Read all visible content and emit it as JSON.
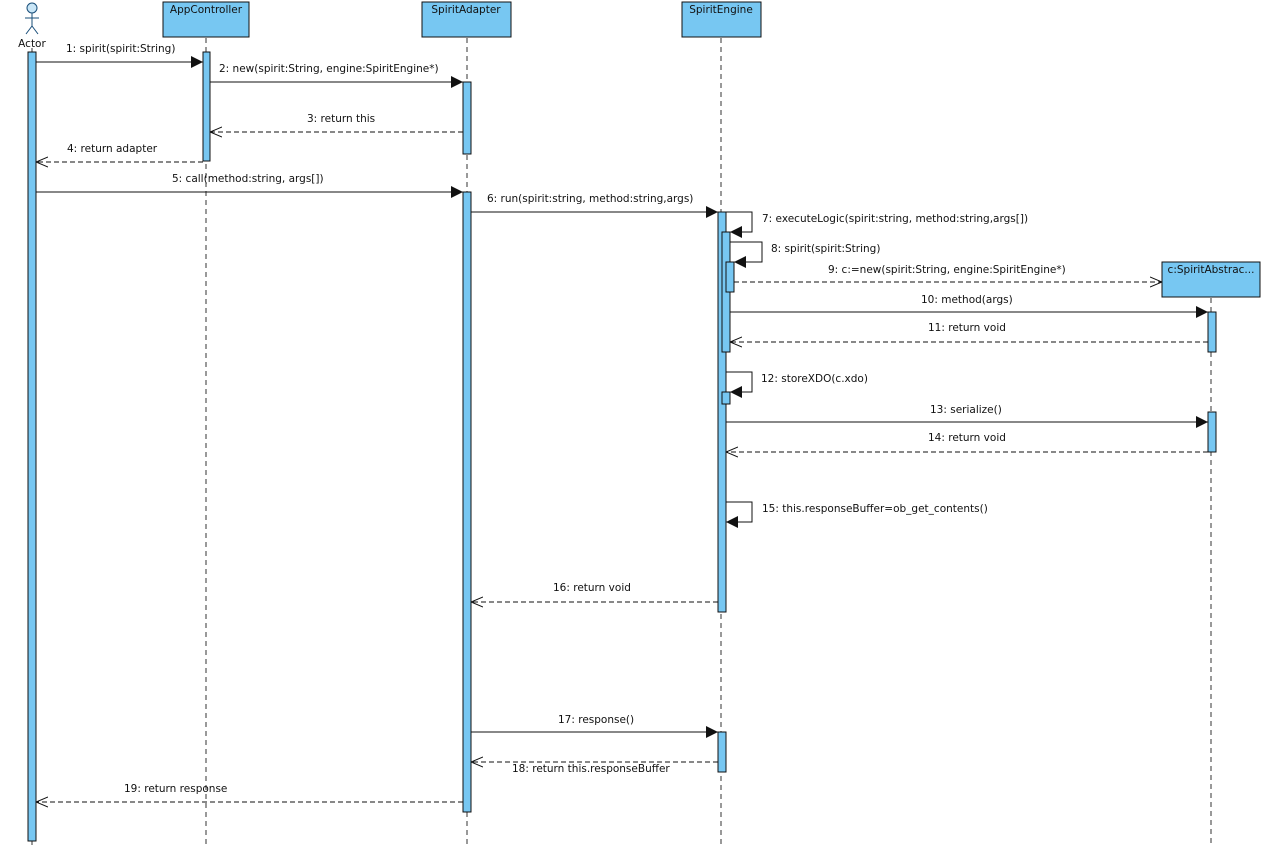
{
  "diagram": {
    "colors": {
      "fill": "#77c7f2",
      "stroke": "#111111"
    },
    "participants": [
      {
        "id": "actor",
        "label": "Actor",
        "kind": "actor"
      },
      {
        "id": "app",
        "label": "AppController",
        "kind": "object"
      },
      {
        "id": "adapter",
        "label": "SpiritAdapter",
        "kind": "object"
      },
      {
        "id": "engine",
        "label": "SpiritEngine",
        "kind": "object"
      },
      {
        "id": "abs",
        "label": "c:SpiritAbstrac...",
        "kind": "object"
      }
    ],
    "messages": [
      {
        "label": "1: spirit(spirit:String)",
        "from": "actor",
        "to": "app",
        "type": "call"
      },
      {
        "label": "2: new(spirit:String, engine:SpiritEngine*)",
        "from": "app",
        "to": "adapter",
        "type": "call"
      },
      {
        "label": "3: return this",
        "from": "adapter",
        "to": "app",
        "type": "return"
      },
      {
        "label": "4: return adapter",
        "from": "app",
        "to": "actor",
        "type": "return"
      },
      {
        "label": "5: call(method:string, args[])",
        "from": "actor",
        "to": "adapter",
        "type": "call"
      },
      {
        "label": "6: run(spirit:string, method:string,args)",
        "from": "adapter",
        "to": "engine",
        "type": "call"
      },
      {
        "label": "7: executeLogic(spirit:string, method:string,args[])",
        "from": "engine",
        "to": "engine",
        "type": "self"
      },
      {
        "label": "8: spirit(spirit:String)",
        "from": "engine",
        "to": "engine",
        "type": "self"
      },
      {
        "label": "9: c:=new(spirit:String, engine:SpiritEngine*)",
        "from": "engine",
        "to": "abs",
        "type": "create"
      },
      {
        "label": "10: method(args)",
        "from": "engine",
        "to": "abs",
        "type": "call"
      },
      {
        "label": "11: return void",
        "from": "abs",
        "to": "engine",
        "type": "return"
      },
      {
        "label": "12: storeXDO(c.xdo)",
        "from": "engine",
        "to": "engine",
        "type": "self"
      },
      {
        "label": "13: serialize()",
        "from": "engine",
        "to": "abs",
        "type": "call"
      },
      {
        "label": "14: return void",
        "from": "abs",
        "to": "engine",
        "type": "return"
      },
      {
        "label": "15: this.responseBuffer=ob_get_contents()",
        "from": "engine",
        "to": "engine",
        "type": "self"
      },
      {
        "label": "16: return void",
        "from": "engine",
        "to": "adapter",
        "type": "return"
      },
      {
        "label": "17: response()",
        "from": "adapter",
        "to": "engine",
        "type": "call"
      },
      {
        "label": "18: return this.responseBuffer",
        "from": "engine",
        "to": "adapter",
        "type": "return"
      },
      {
        "label": "19: return response",
        "from": "adapter",
        "to": "actor",
        "type": "return"
      }
    ]
  }
}
